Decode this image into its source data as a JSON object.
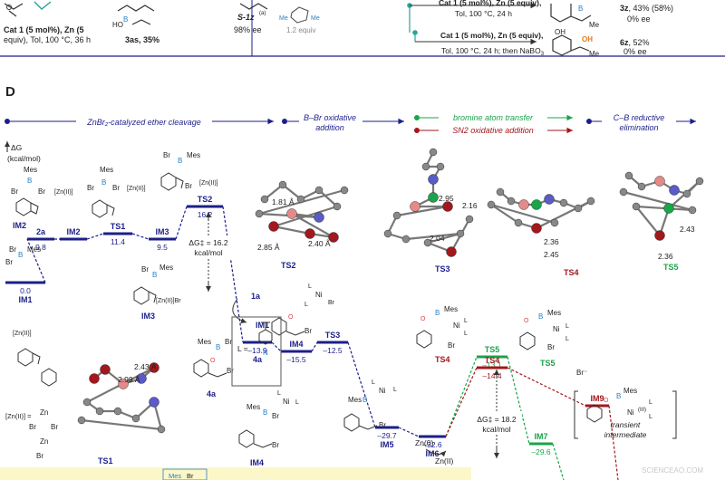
{
  "colors": {
    "navy": "#1c1f8a",
    "blue_label": "#2b7fc4",
    "green": "#1aa54a",
    "red": "#a3181c",
    "teal": "#2aa39b",
    "orange": "#e07b1a",
    "yellow_band": "#fbf7c8",
    "grey": "#8a8a8a",
    "watermark": "#c8c8c8"
  },
  "top": {
    "left_line1": "Cat 1 (5 mol%), Zn (5",
    "left_line2": "equiv), Tol, 100 °C, 36 h",
    "left_product": "3as, 35%",
    "s1z": "S-1z",
    "s1z_sup": "(a)",
    "s1z_ee": "98% ee",
    "reagent_equiv": "1.2 equiv",
    "cond1_line1": "Cat 1 (5 mol%), Zn (5 equiv),",
    "cond1_line2": "Tol, 100 °C, 24 h",
    "prod1_label": "3z",
    "prod1_yield": ", 43% (58%)",
    "prod1_ee": "0% ee",
    "cond2_line1": "Cat 1 (5 mol%), Zn (5 equiv),",
    "cond2_line2": "Tol, 100 °C, 24 h; then NaBO",
    "cond2_sub": "3",
    "prod2_label": "6z",
    "prod2_yield": ", 52%",
    "prod2_ee": "0% ee",
    "oh": "OH",
    "me": "Me"
  },
  "panel": {
    "letter": "D",
    "step1": "ZnBr₂-catalyzed ether cleavage",
    "step2_line1": "B–Br oxidative",
    "step2_line2": "addition",
    "step3a": "bromine atom transfer",
    "step3b": "SN2 oxidative addition",
    "step4_line1": "C–B reductive",
    "step4_line2": "elimination",
    "axis_line1": "ΔG",
    "axis_line2": "(kcal/mol)"
  },
  "energy_profile": {
    "levels": [
      {
        "label": "IM1",
        "value": "0.0"
      },
      {
        "label": "2a",
        "value": "9.8"
      },
      {
        "label": "IM2",
        "value": ""
      },
      {
        "label": "TS1",
        "value": "11.4"
      },
      {
        "label": "IM3",
        "value": "9.5"
      },
      {
        "label": "TS2",
        "value": "16.2"
      },
      {
        "label": "4a",
        "value": "–13.9"
      },
      {
        "label": "IM4",
        "value": "–15.5"
      },
      {
        "label": "TS3",
        "value": "–12.5"
      },
      {
        "label": "IM5",
        "value": "–29.7"
      },
      {
        "label": "IM6",
        "value": "–32.6"
      },
      {
        "label": "TS5",
        "value": "–13.1"
      },
      {
        "label": "TS4",
        "value": "–14.4"
      },
      {
        "label": "IM7",
        "value": "–29.6"
      },
      {
        "label": "IM9",
        "value": ""
      }
    ],
    "barrier1_line1": "ΔG‡ = 16.2",
    "barrier1_line2": "kcal/mol",
    "barrier2_line1": "ΔG‡ = 18.2",
    "barrier2_line2": "kcal/mol",
    "one_a": "1a",
    "im1_back": "IM1",
    "zn0": "Zn(0)",
    "zn2": "Zn(II)",
    "im9_line1": "transient",
    "im9_line2": "intermediate"
  },
  "structures": {
    "mes": "Mes",
    "br": "Br",
    "b": "B",
    "o": "O",
    "zn2_bracket": "[Zn(II)]",
    "zn2br_bracket": "[Zn(II)]Br",
    "zn2_eq": "[Zn(II)] =",
    "zn": "Zn",
    "ni": "Ni",
    "ni_l2": "Ni",
    "l": "L",
    "l_def": "L =",
    "n": "N",
    "br_minus": "Br⁻",
    "ni_iii": "(III)"
  },
  "geometry": {
    "d1": "1.81 Å",
    "d2": "2.85 Å",
    "d3": "2.40 Å",
    "d4": "2.43 Å",
    "d5": "2.99 Å",
    "d6": "2.95",
    "d7": "2.16",
    "d8": "2.04",
    "d9": "2.36",
    "d10": "2.45",
    "d11": "2.43",
    "d12": "2.36"
  },
  "watermark": "SCIENCEAO.COM"
}
